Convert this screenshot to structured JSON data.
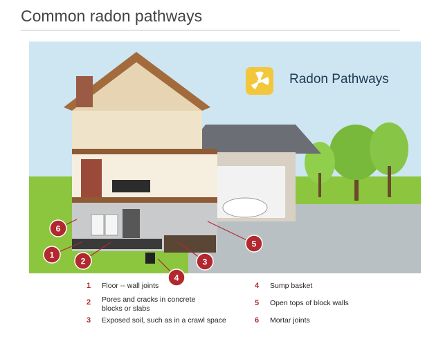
{
  "header": {
    "title": "Common radon pathways"
  },
  "badge": {
    "icon": "radiation-icon",
    "title": "Radon Pathways"
  },
  "markers": [
    "1",
    "2",
    "3",
    "4",
    "5",
    "6"
  ],
  "legend": [
    {
      "num": "1",
      "text": "Floor -- wall joints"
    },
    {
      "num": "2",
      "text": "Pores and cracks in concrete blocks or slabs"
    },
    {
      "num": "3",
      "text": "Exposed soil, such as in a crawl space"
    },
    {
      "num": "4",
      "text": "Sump basket"
    },
    {
      "num": "5",
      "text": "Open tops of block walls"
    },
    {
      "num": "6",
      "text": "Mortar joints"
    }
  ],
  "colors": {
    "marker": "#b2282f",
    "badge": "#f3c73b",
    "sky": "#cde6f1",
    "grass": "#8cc63f"
  }
}
